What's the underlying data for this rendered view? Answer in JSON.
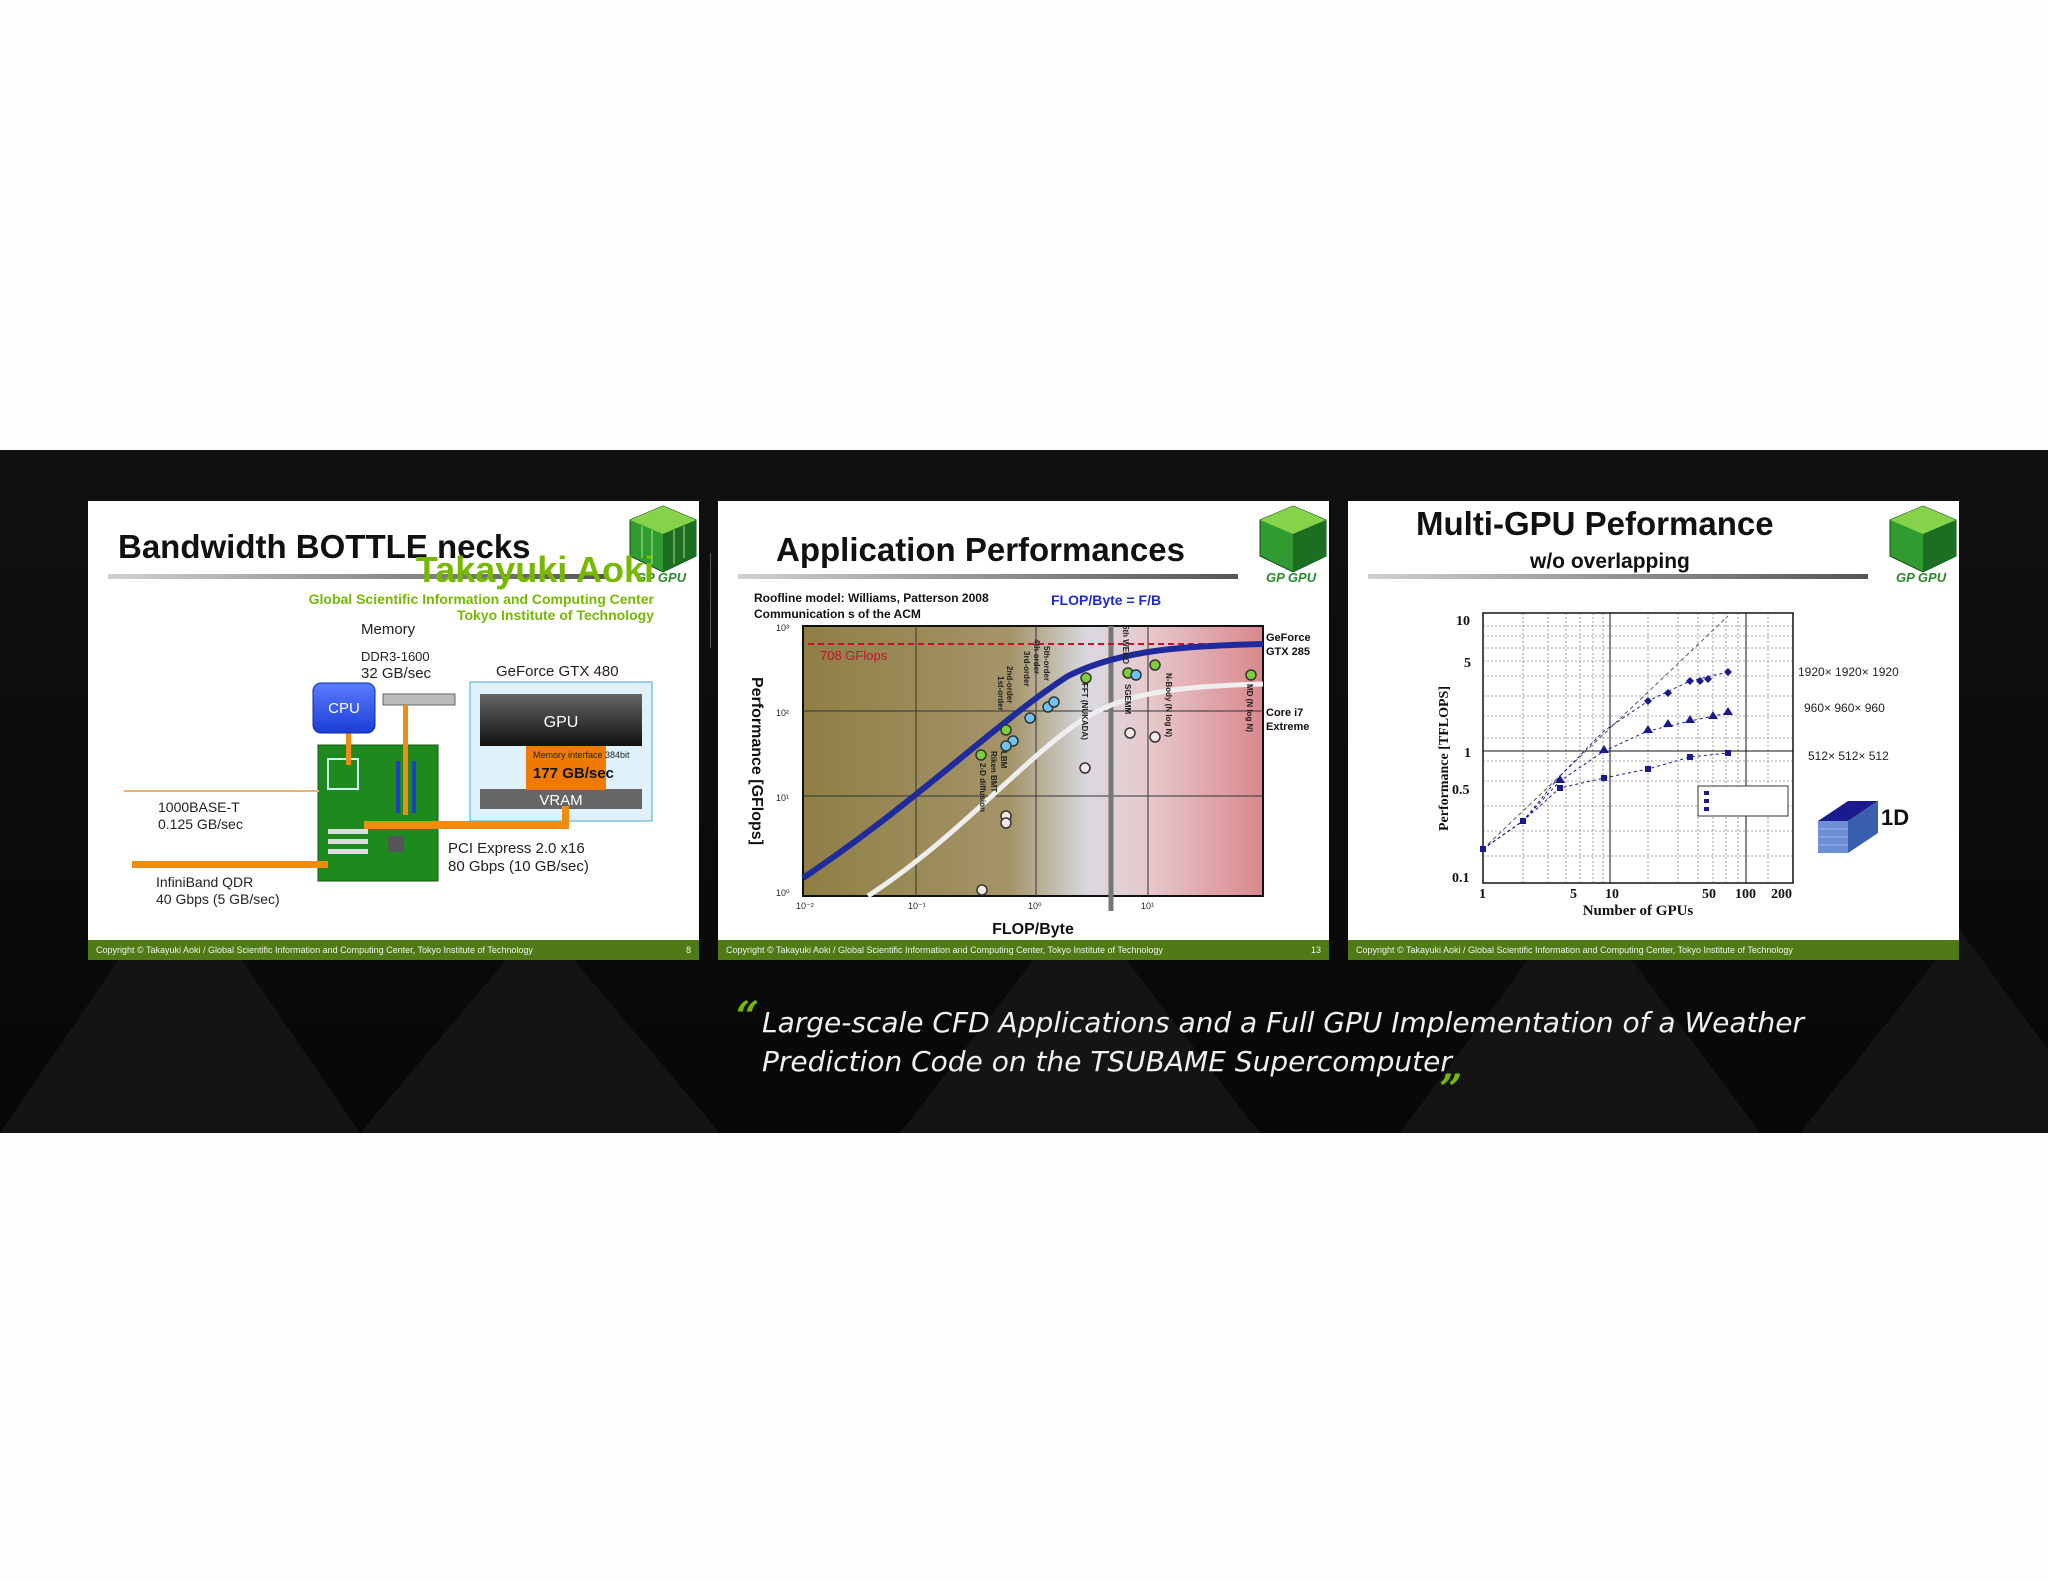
{
  "slide1": {
    "title": "Bandwidth BOTTLE necks",
    "logo_text": "GP GPU",
    "memory_label": "Memory",
    "memory_spec": "DDR3-1600",
    "memory_bw": "32 GB/sec",
    "gpu_board": "GeForce GTX 480",
    "cpu_label": "CPU",
    "gpu_label": "GPU",
    "mem_if": "Memory interface 384bit",
    "mem_if_bw": "177 GB/sec",
    "vram_label": "VRAM",
    "eth_name": "1000BASE-T",
    "eth_bw": "0.125 GB/sec",
    "ib_name": "InfiniBand QDR",
    "ib_bw": "40 Gbps (5 GB/sec)",
    "pci_name": "PCI Express 2.0 x16",
    "pci_bw": "80 Gbps (10 GB/sec)",
    "footer": "Copyright © Takayuki Aoki / Global Scientific Information and Computing Center, Tokyo Institute of Technology",
    "page": "8"
  },
  "slide2": {
    "title": "Application Performances",
    "logo_text": "GP GPU",
    "note_line1": "Roofline model: Williams, Patterson 2008",
    "note_line2": "Communication s of the ACM",
    "fb_label": "FLOP/Byte  = F/B",
    "peak_label": "708 GFlops",
    "ylabel": "Performance [GFlops]",
    "xlabel": "FLOP/Byte",
    "y_ticks": [
      "10³",
      "10²",
      "10¹",
      "10⁰"
    ],
    "x_ticks": [
      "10⁻²",
      "10⁻¹",
      "10⁰",
      "10¹"
    ],
    "gtx_label": "GeForce GTX 285",
    "core_label": "Core i7 Extreme",
    "apps": [
      "2-D diffusion",
      "LBM",
      "Riken BMT",
      "2nd-order",
      "1st-order",
      "4th-order",
      "3rd-order",
      "5th-order",
      "FFT (NUKADA)",
      "5th WENO",
      "SGEMM",
      "N-Body (N log N)",
      "MD (N log N)"
    ],
    "footer": "Copyright © Takayuki Aoki / Global Scientific Information and Computing Center, Tokyo Institute of Technology",
    "page": "13"
  },
  "slide3": {
    "title": "Multi-GPU Peformance",
    "subtitle": "w/o overlapping",
    "logo_text": "GP GPU",
    "ylabel": "Performance [TFLOPS]",
    "xlabel": "Number of GPUs",
    "y_ticks": [
      "10",
      "5",
      "1",
      "0.5",
      "0.1"
    ],
    "x_ticks": [
      "1",
      "5",
      "10",
      "50",
      "100",
      "200"
    ],
    "series_labels": [
      "1920× 1920× 1920",
      "960× 960× 960",
      "512× 512× 512"
    ],
    "dim_label": "1D",
    "footer": "Copyright © Takayuki Aoki / Global Scientific Information and Computing Center, Tokyo Institute of Technology"
  },
  "author": {
    "name": "Takayuki Aoki",
    "affiliation1": "Global Scientific Information and Computing Center",
    "affiliation2": "Tokyo Institute of Technology"
  },
  "quote": {
    "open_mark": "“",
    "line1": "Large-scale CFD Applications and a Full GPU Implementation of a Weather",
    "line2": "Prediction Code on the TSUBAME Supercomputer",
    "close_mark": "„"
  },
  "colors": {
    "accent": "#76b900",
    "band": "#0c0c0c",
    "footer_green": "#4f7a16",
    "roofline_blue": "#1f2a9c",
    "peak_red": "#c8102e"
  }
}
